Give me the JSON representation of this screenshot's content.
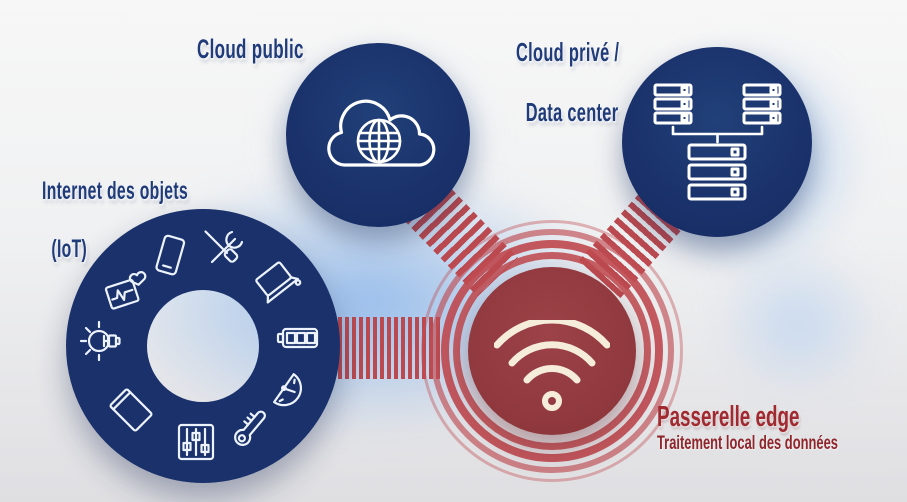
{
  "diagram": {
    "palette": {
      "navy_circle": "#1a316b",
      "sky_blob": "#a9c8ee",
      "red_accent": "#bb4a50",
      "maroon_center": "#8f383d",
      "wifi_cream": "#f6ecda",
      "icon_white": "#f2f6fd",
      "label_navy": "#1f3b7a",
      "label_red": "#a02a30"
    },
    "nodes": {
      "cloud_public": {
        "label": "Cloud public",
        "icon": "cloud-globe-icon"
      },
      "cloud_prive": {
        "label_line1": "Cloud privé /",
        "label_line2": "Data center",
        "icon": "server-rack-icon"
      },
      "iot": {
        "label_line1": "Internet des objets",
        "label_line2": "(IoT)",
        "device_icons": [
          "heart-monitor-icon",
          "smartphone-icon",
          "tools-icon",
          "laptop-icon",
          "battery-icon",
          "gauge-icon",
          "thermometer-icon",
          "sliders-icon",
          "tablet-icon",
          "lightbulb-icon"
        ]
      },
      "edge_gateway": {
        "title": "Passerelle edge",
        "subtitle": "Traitement local des données",
        "icon": "wifi-icon"
      }
    },
    "connections": [
      {
        "from": "iot",
        "to": "edge_gateway",
        "style": "striped-red"
      },
      {
        "from": "cloud_public",
        "to": "edge_gateway",
        "style": "striped-red"
      },
      {
        "from": "cloud_prive",
        "to": "edge_gateway",
        "style": "striped-red"
      }
    ]
  }
}
